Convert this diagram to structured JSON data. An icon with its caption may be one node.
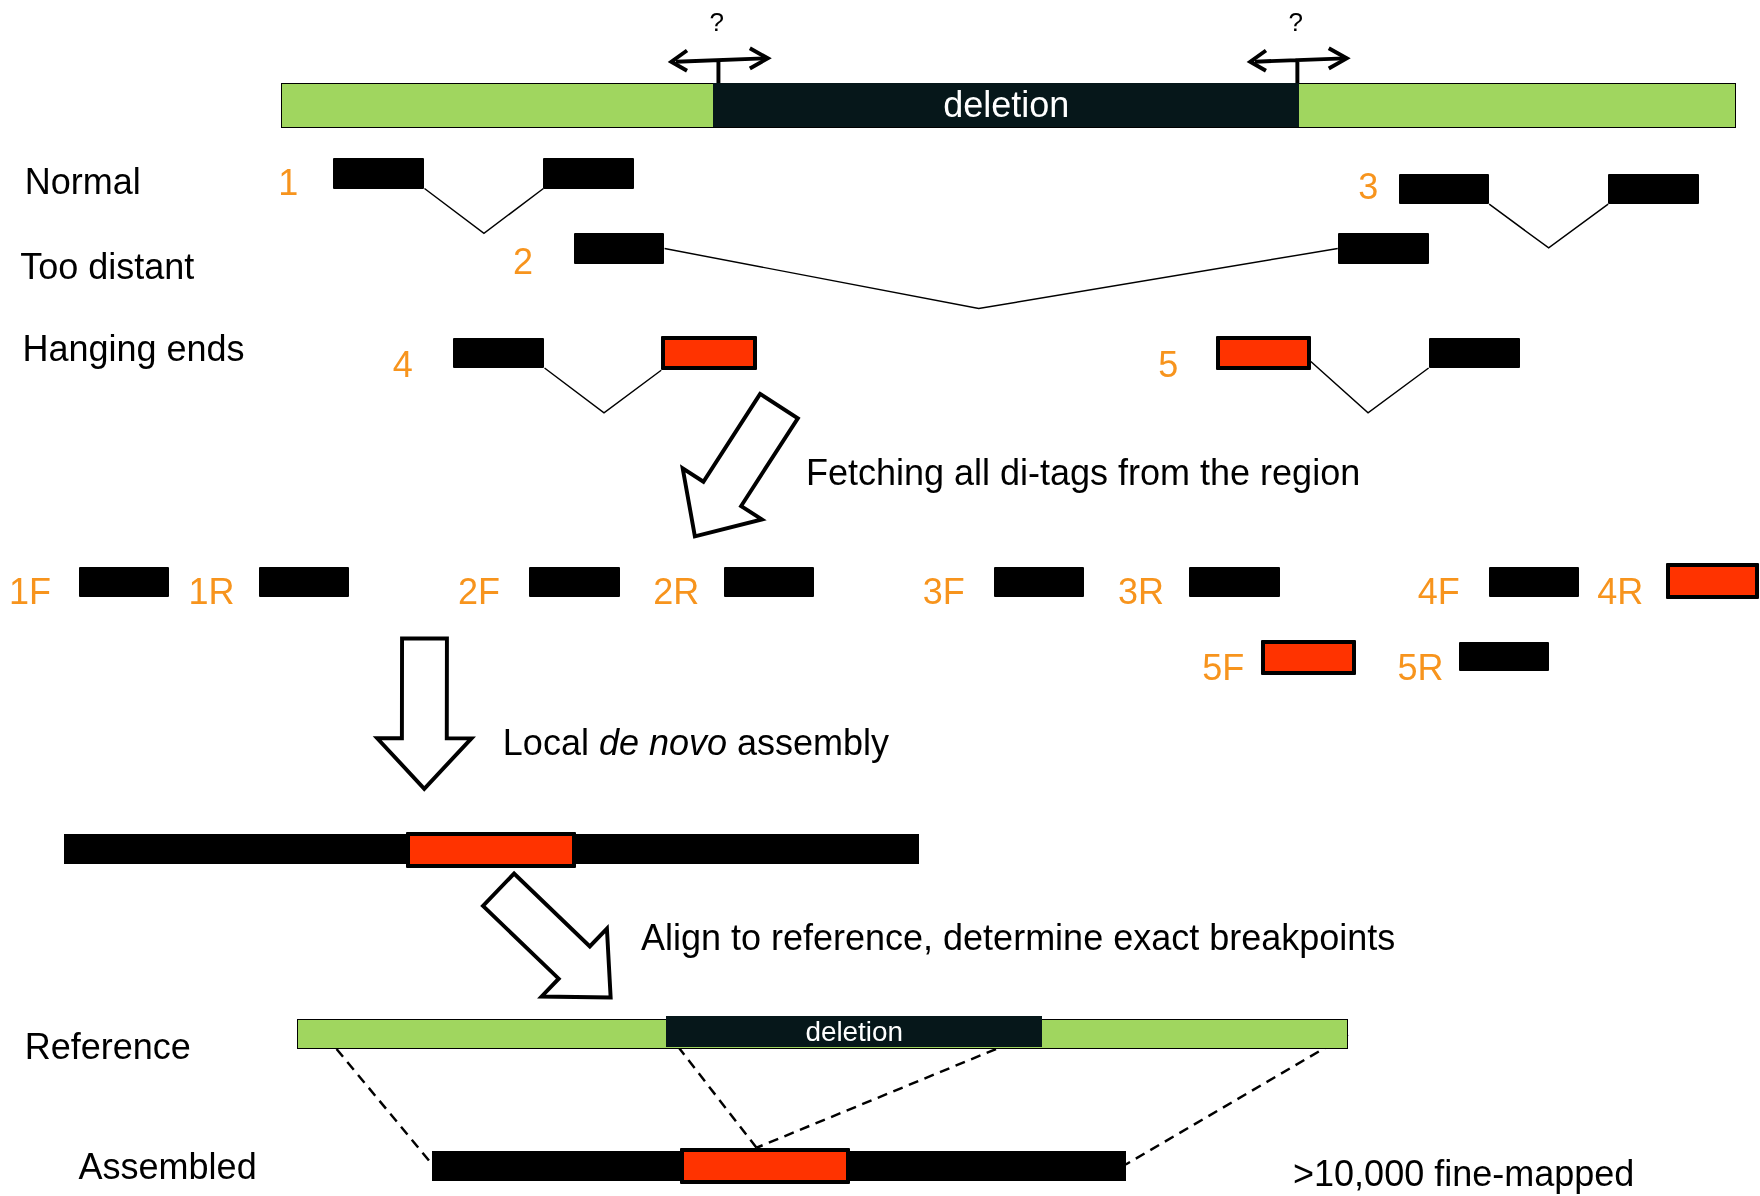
{
  "diagram": {
    "nodes": [
      {
        "text": [],
        "shape": "bar"
      },
      {
        "text": [
          "deletion"
        ],
        "in": 0
      },
      {
        "text": [],
        "shape": "box"
      },
      {
        "text": [],
        "shape": "box"
      },
      {
        "text": [],
        "shape": "box"
      },
      {
        "text": [],
        "shape": "box"
      },
      {
        "text": [],
        "shape": "box"
      },
      {
        "text": [],
        "shape": "box"
      },
      {
        "text": [],
        "shape": "box"
      },
      {
        "text": [],
        "shape": "box"
      },
      {
        "text": [],
        "shape": "box"
      },
      {
        "text": [],
        "shape": "box"
      },
      {
        "text": [],
        "shape": "box"
      },
      {
        "text": [],
        "shape": "box"
      },
      {
        "text": [],
        "shape": "box"
      },
      {
        "text": [],
        "shape": "box"
      },
      {
        "text": [],
        "shape": "box"
      },
      {
        "text": [],
        "shape": "box"
      },
      {
        "text": [],
        "shape": "box"
      },
      {
        "text": [],
        "shape": "box"
      },
      {
        "text": [],
        "shape": "box"
      },
      {
        "text": [],
        "shape": "box"
      },
      {
        "text": [],
        "shape": "bar"
      },
      {
        "text": [],
        "shape": "box",
        "in": 22
      },
      {
        "text": [],
        "shape": "bar"
      },
      {
        "text": [
          "deletion"
        ],
        "in": 24
      },
      {
        "text": [],
        "shape": "bar"
      },
      {
        "text": [],
        "shape": "box",
        "in": 26
      }
    ],
    "edges": [
      {
        "from": 2,
        "to": 3,
        "arrow": "none"
      },
      {
        "from": 4,
        "to": 5,
        "arrow": "none"
      },
      {
        "from": 6,
        "to": 7,
        "arrow": "none"
      },
      {
        "from": 8,
        "to": 9,
        "arrow": "none"
      },
      {
        "from": 10,
        "to": 11,
        "arrow": "none"
      },
      {
        "from": 24,
        "to": 26,
        "arrow": "none",
        "style": "dashed"
      },
      {
        "from": 25,
        "to": 27,
        "arrow": "none",
        "style": "dashed"
      },
      {
        "from": 25,
        "to": 27,
        "arrow": "none",
        "style": "dashed"
      },
      {
        "from": 24,
        "to": 26,
        "arrow": "none",
        "style": "dashed"
      },
      {
        "from": 9,
        "to": 15,
        "arrow": "to",
        "style": "thick"
      },
      {
        "from": null,
        "to": 22,
        "arrow": "to",
        "style": "thick"
      },
      {
        "from": 23,
        "to": 24,
        "arrow": "to",
        "style": "thick"
      }
    ],
    "labels": [
      "?",
      "?",
      "Normal",
      "1",
      "3",
      "Too distant",
      "2",
      "Hanging ends",
      "4",
      "5",
      "Fetching all di-tags from the region",
      "1F",
      "1R",
      "2F",
      "2R",
      "3F",
      "3R",
      "4F",
      "4R",
      "5F",
      "5R",
      "Local *de novo*  assembly",
      "Align to reference, determine exact breakpoints",
      "Reference",
      "Assembled",
      ">10,000 fine-mapped"
    ]
  }
}
